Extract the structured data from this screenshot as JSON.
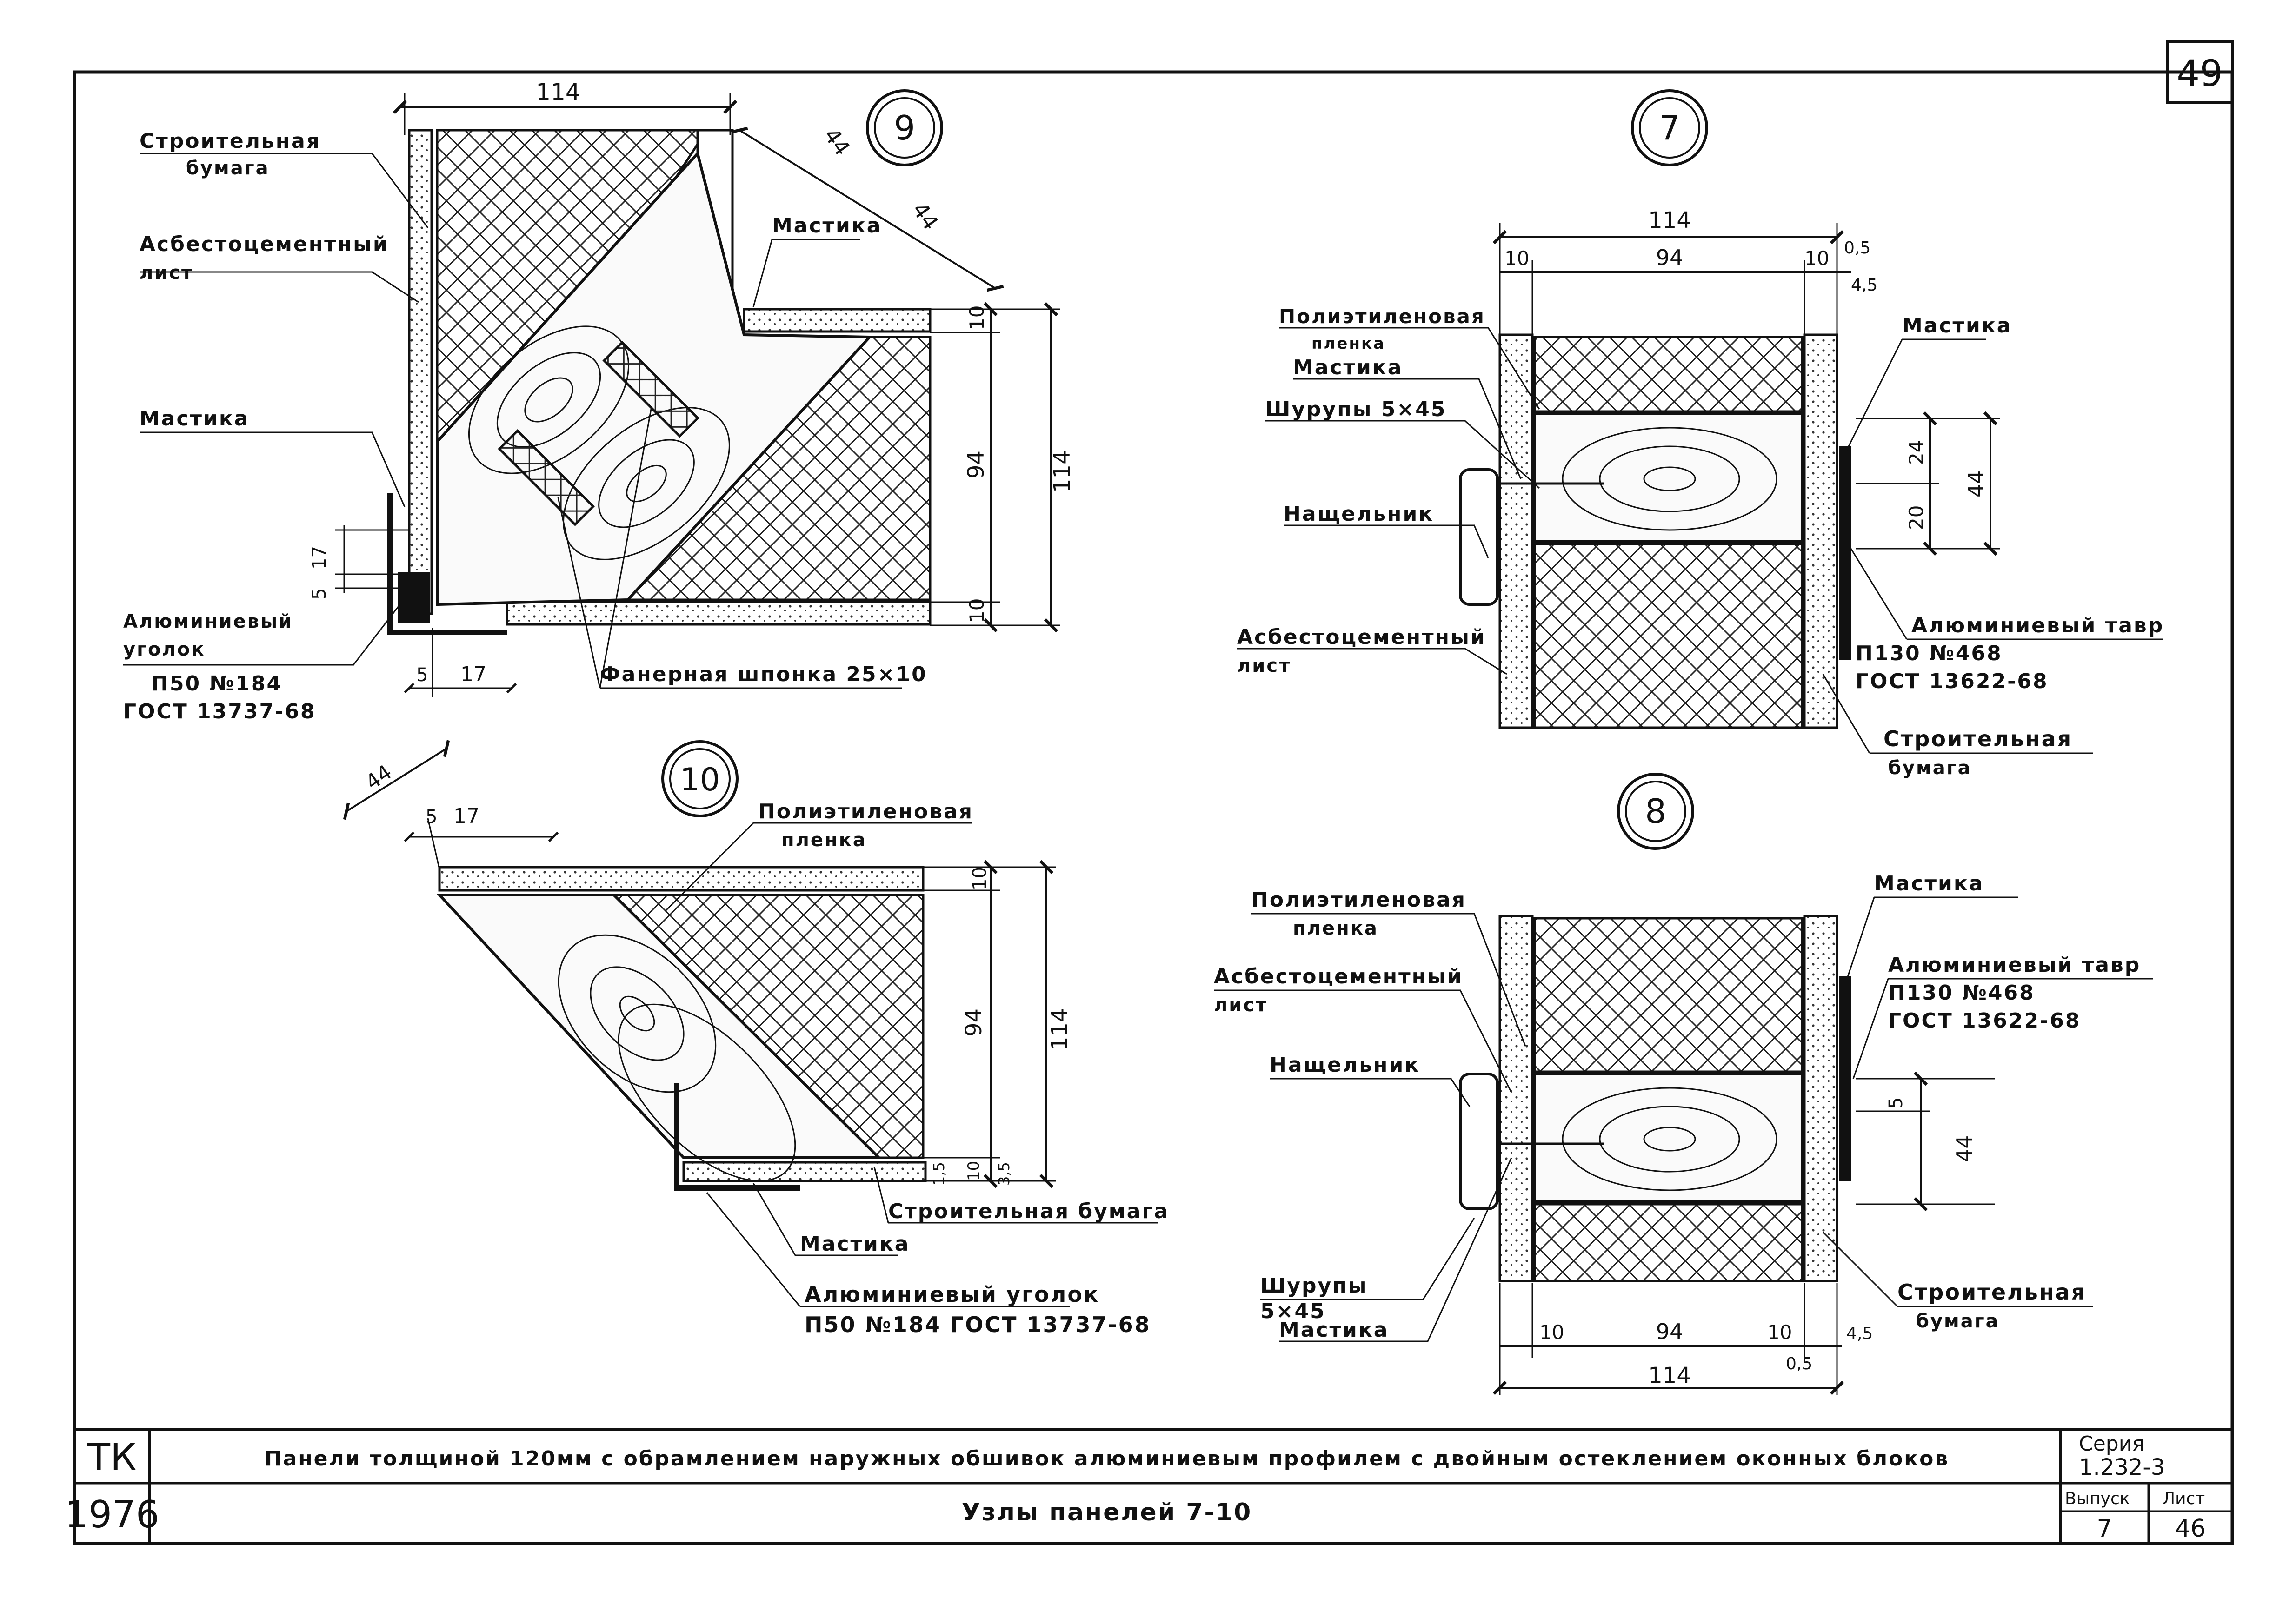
{
  "sheet": {
    "page_number": "49",
    "code": "ТК",
    "year": "1976",
    "title_main": "Панели толщиной 120мм с обрамлением наружных обшивок алюминиевым профилем с двойным остеклением оконных блоков",
    "title_sub": "Узлы панелей 7-10",
    "series_label": "Серия",
    "series_value": "1.232-3",
    "issue_label": "Выпуск",
    "issue_value": "7",
    "sheet_label": "Лист",
    "sheet_value": "46"
  },
  "node9": {
    "number": "9",
    "labels": {
      "paper_1": "Строительная",
      "paper_2": "бумага",
      "sheet_1": "Асбестоцементный",
      "sheet_2": "лист",
      "mastic_left": "Мастика",
      "mastic_right": "Мастика",
      "angle_1": "Алюминиевый",
      "angle_2": "уголок",
      "angle_3": "П50 №184",
      "angle_4": "ГОСТ 13737-68",
      "key": "Фанерная шпонка 25×10"
    },
    "dims": {
      "top": "114",
      "diag1": "44",
      "diag2": "44",
      "r10a": "10",
      "r94": "94",
      "r10b": "10",
      "r114": "114",
      "l17": "17",
      "l5": "5",
      "b5": "5",
      "b17": "17"
    }
  },
  "node10": {
    "number": "10",
    "labels": {
      "film_1": "Полиэтиленовая",
      "film_2": "пленка",
      "paper": "Строительная бумага",
      "mastic": "Мастика",
      "angle_1": "Алюминиевый уголок",
      "angle_2": "П50 №184 ГОСТ 13737-68"
    },
    "dims": {
      "diag": "44",
      "t5": "5",
      "t17": "17",
      "r10a": "10",
      "r94": "94",
      "r114": "114",
      "r1_5": "1,5",
      "r10b": "10",
      "r3_5": "3,5"
    }
  },
  "node7": {
    "number": "7",
    "labels": {
      "film_1": "Полиэтиленовая",
      "film_2": "пленка",
      "mastic_left": "Мастика",
      "screws": "Шурупы 5×45",
      "batten": "Нащельник",
      "sheet_1": "Асбестоцементный",
      "sheet_2": "лист",
      "mastic_right": "Мастика",
      "tee_1": "Алюминиевый тавр",
      "tee_2": "П130 №468",
      "tee_3": "ГОСТ 13622-68",
      "paper_1": "Строительная",
      "paper_2": "бумага"
    },
    "dims": {
      "top": "114",
      "d10a": "10",
      "d94": "94",
      "d10b": "10",
      "d05": "0,5",
      "d45": "4,5",
      "r24": "24",
      "r20": "20",
      "r44": "44"
    }
  },
  "node8": {
    "number": "8",
    "labels": {
      "film_1": "Полиэтиленовая",
      "film_2": "пленка",
      "sheet_1": "Асбестоцементный",
      "sheet_2": "лист",
      "batten": "Нащельник",
      "mastic_top": "Мастика",
      "tee_1": "Алюминиевый тавр",
      "tee_2": "П130 №468",
      "tee_3": "ГОСТ 13622-68",
      "screws_1": "Шурупы",
      "screws_2": "5×45",
      "mastic_bottom": "Мастика",
      "paper_1": "Строительная",
      "paper_2": "бумага"
    },
    "dims": {
      "d10a": "10",
      "d94": "94",
      "d10b": "10",
      "d05": "0,5",
      "d45": "4,5",
      "bottom": "114",
      "r5": "5",
      "r44": "44"
    }
  }
}
